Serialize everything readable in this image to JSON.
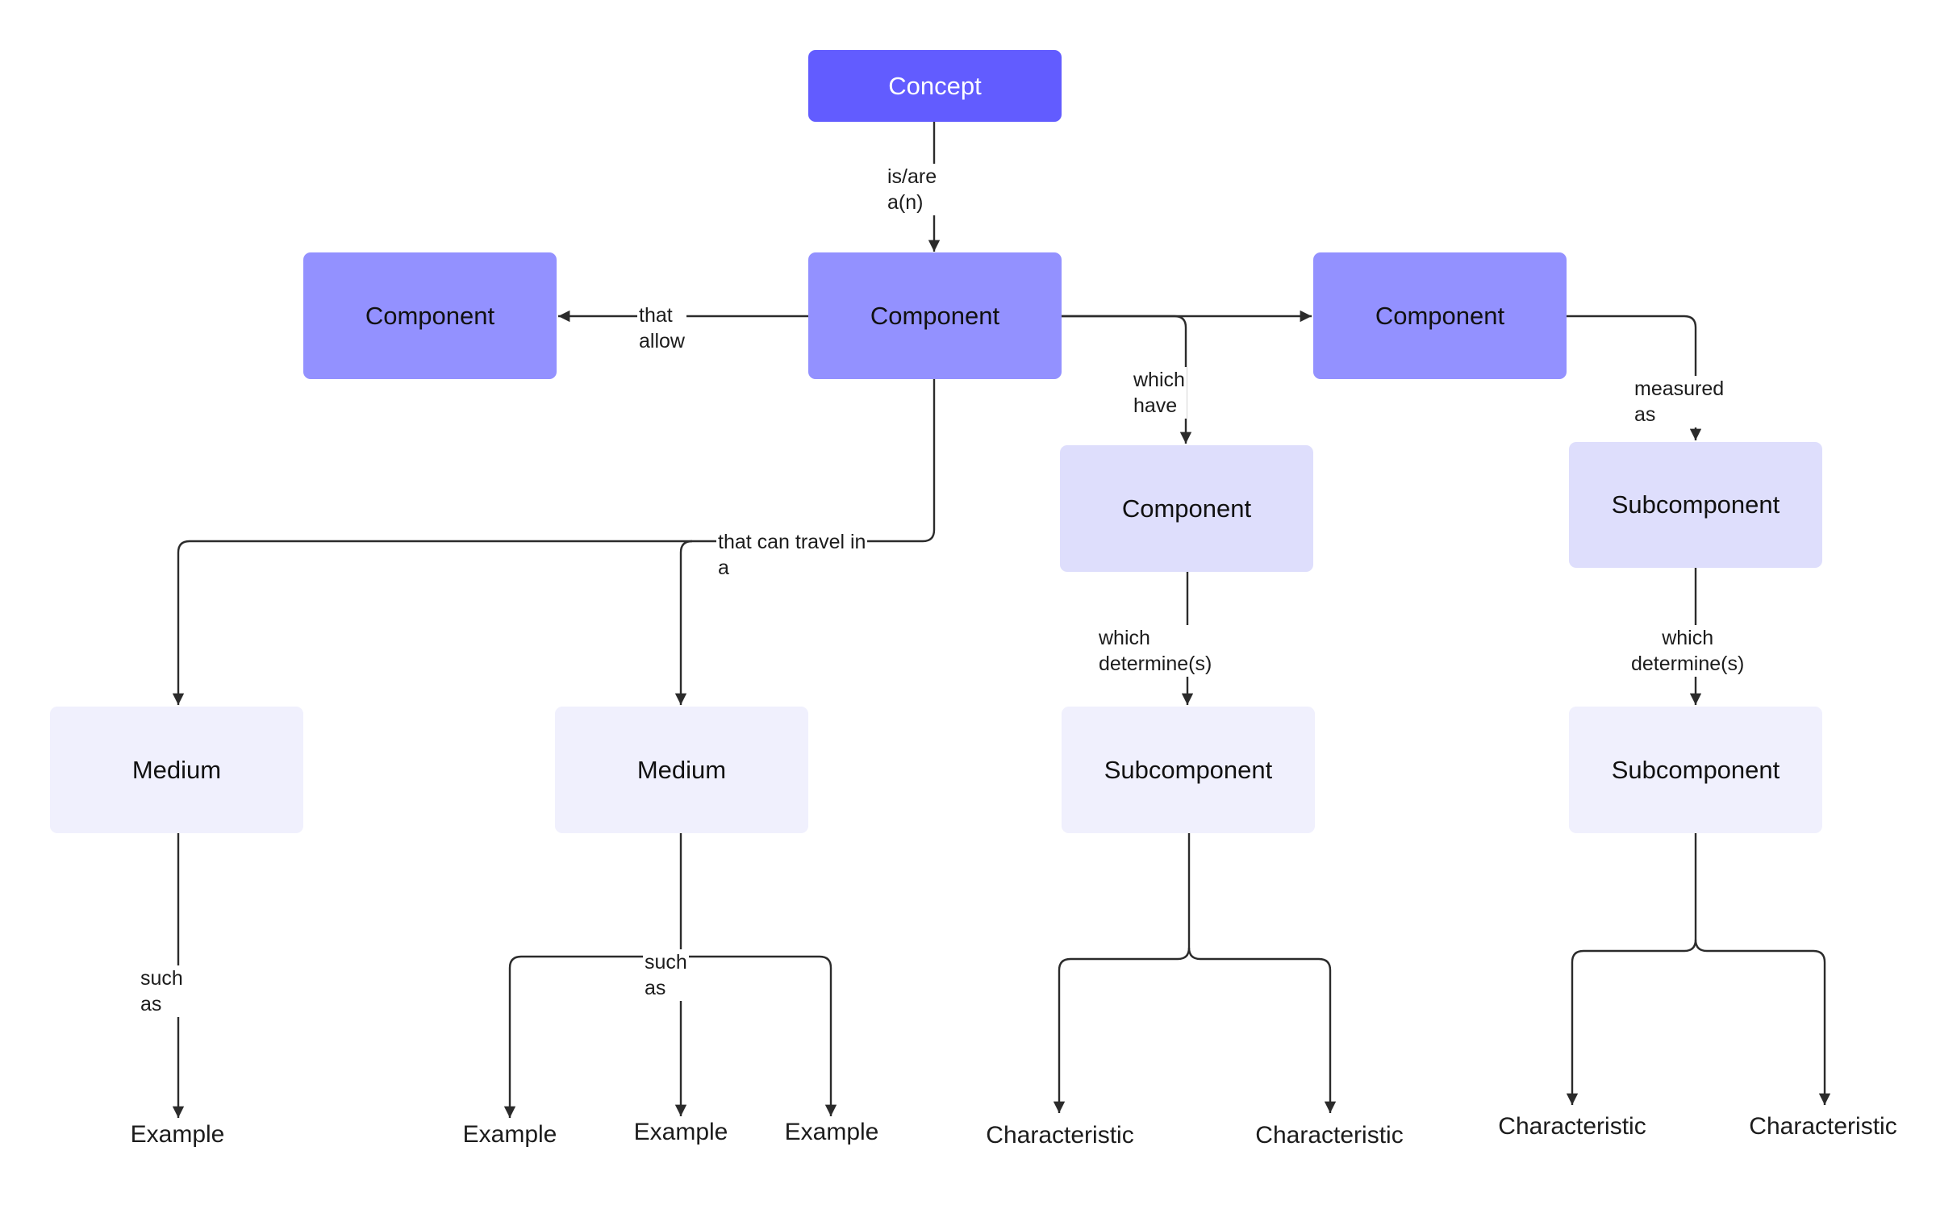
{
  "nodes": {
    "concept": "Concept",
    "component_left": "Component",
    "component_center": "Component",
    "component_right": "Component",
    "component_lower": "Component",
    "subcomponent_upper_right": "Subcomponent",
    "medium_left": "Medium",
    "medium_right": "Medium",
    "subcomponent_center": "Subcomponent",
    "subcomponent_lower_right": "Subcomponent"
  },
  "leaves": {
    "example_1": "Example",
    "example_2": "Example",
    "example_3": "Example",
    "example_4": "Example",
    "characteristic_1": "Characteristic",
    "characteristic_2": "Characteristic",
    "characteristic_3": "Characteristic",
    "characteristic_4": "Characteristic"
  },
  "edge_labels": {
    "is_are": [
      "is/are",
      "a(n)"
    ],
    "that_allow": [
      "that",
      "allow"
    ],
    "which_have": [
      "which",
      "have"
    ],
    "measured_as": [
      "measured",
      "as"
    ],
    "travel_in": [
      "that can travel in",
      "a"
    ],
    "which_determine_center": [
      "which",
      "determine(s)"
    ],
    "which_determine_right": [
      "which",
      "determine(s)"
    ],
    "such_as_left": [
      "such",
      "as"
    ],
    "such_as_right": [
      "such",
      "as"
    ]
  },
  "colors": {
    "concept": "#625cff",
    "component": "#9391ff",
    "component_light": "#dedefc",
    "medium": "#f0f0fd",
    "connector": "#2b2b2b"
  }
}
